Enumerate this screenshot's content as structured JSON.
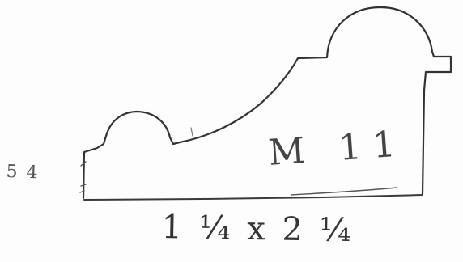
{
  "drawing": {
    "left_note": "5 4",
    "profile_label": "M 11",
    "dimension": "1 ¼ x 2 ¼"
  },
  "colors": {
    "pencil": "#333333",
    "paper": "#fdfdfd"
  }
}
